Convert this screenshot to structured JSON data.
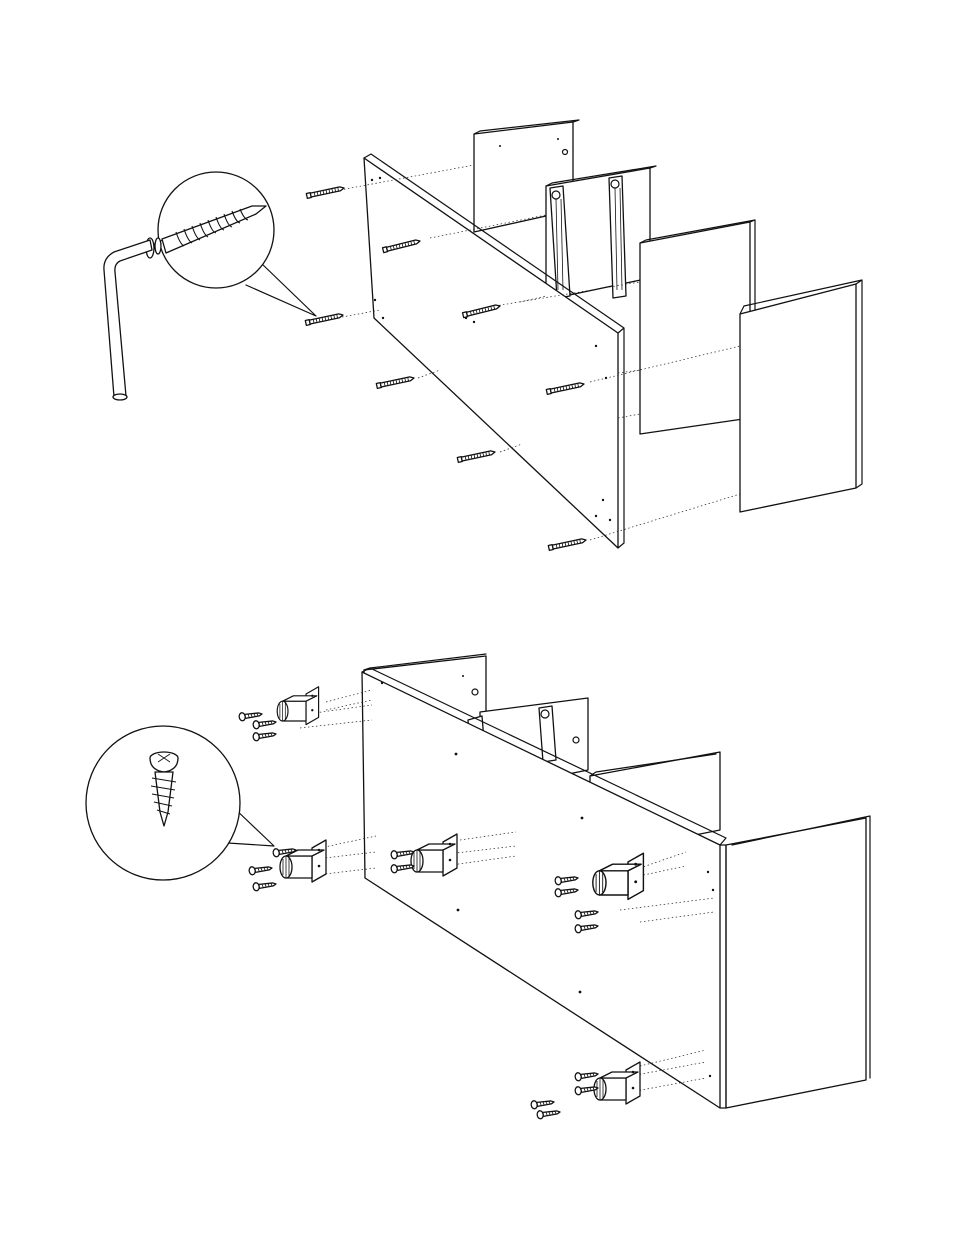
{
  "diagram": {
    "steps": [
      {
        "name": "step-1-cam-bolt-assembly",
        "parts": [
          "back-panel",
          "side-panel",
          "cam-bracket-panel",
          "divider-panel",
          "end-panel"
        ],
        "fasteners": [
          "cam-bolt",
          "cam-bolt",
          "cam-bolt",
          "cam-bolt",
          "cam-bolt",
          "cam-bolt",
          "cam-bolt",
          "cam-bolt"
        ],
        "tool": "allen-key-icon",
        "callout": "cam-bolt-detail-icon"
      },
      {
        "name": "step-2-leg-bracket-assembly",
        "parts": [
          "assembled-cabinet",
          "leg-bracket",
          "leg-bracket",
          "leg-bracket",
          "leg-bracket",
          "leg-bracket"
        ],
        "fasteners": [
          "wood-screw"
        ],
        "callout": "wood-screw-detail-icon"
      }
    ]
  }
}
